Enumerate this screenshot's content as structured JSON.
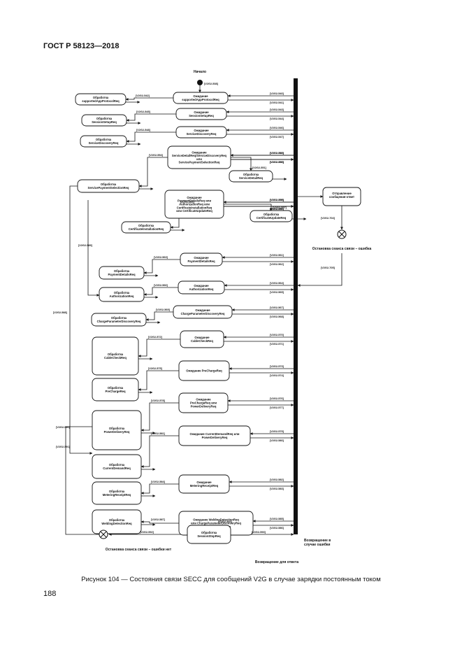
{
  "header": "ГОСТ Р 58123—2018",
  "caption": "Рисунок 104 — Состояния связи SECC для сообщений V2G в случае зарядки постоянным током",
  "page_number": "188",
  "diagram": {
    "start_label": "Начало",
    "start_req": "[V2G2-538]",
    "terminate_error": "Остановка сеанса связи – ошибка",
    "terminate_no_error": "Остановка сеанса связи – ошибки нет",
    "return_on_error": "Возвращение в случае ошибки",
    "return_on_response": "Возвращение для ответа",
    "send_response_node": "Отправление сообщения-ответ",
    "timeout_req": "[V2G2-704]",
    "timeout_req2": "[V2G2-705]",
    "states": [
      {
        "id": "w_sap",
        "text": "Ожидание supportedAppProtocolReq"
      },
      {
        "id": "h_sap",
        "text": "Обработка supportedAppProtocolReq"
      },
      {
        "id": "w_ss",
        "text": "Ожидание SessionSetupReq"
      },
      {
        "id": "h_ss",
        "text": "Обработка SessionSetupReq"
      },
      {
        "id": "w_sd",
        "text": "Ожидание ServiceDiscoveryReq"
      },
      {
        "id": "h_sd",
        "text": "Обработка ServiceDiscoveryReq"
      },
      {
        "id": "w_spsd",
        "text": "Ожидание ServiceDetailReq/ServiceDiscoveryReq или ServicePaymentSelectionReq"
      },
      {
        "id": "h_sdt",
        "text": "Обработка ServiceDetailReq"
      },
      {
        "id": "h_sps",
        "text": "Обработка ServicePaymentSelectionReq"
      },
      {
        "id": "w_pd",
        "text": "Ожидание PaymentDetailsReq или AuthorizationReq или CertificateInstallationReq или CertificateUpdateReq"
      },
      {
        "id": "h_cu",
        "text": "Обработка CertificateUpdateReq"
      },
      {
        "id": "h_ci",
        "text": "Обработка CertificateInstallationReq"
      },
      {
        "id": "w_pd2",
        "text": "Ожидание PaymentDetailsReq"
      },
      {
        "id": "h_pd",
        "text": "Обработка PaymentDetailsReq"
      },
      {
        "id": "h_auth",
        "text": "Обработка AuthorizationReq"
      },
      {
        "id": "w_auth",
        "text": "Ожидание AuthorizationReq"
      },
      {
        "id": "w_cpd",
        "text": "Ожидание ChargeParameterDiscoveryReq"
      },
      {
        "id": "h_cpd",
        "text": "Обработка ChargeParameterDiscoveryReq"
      },
      {
        "id": "w_cc",
        "text": "Ожидание CableCheckReq"
      },
      {
        "id": "h_cc",
        "text": "Обработка CableCheckReq"
      },
      {
        "id": "w_pc",
        "text": "Ожидание PreChargeReq"
      },
      {
        "id": "h_pc",
        "text": "Обработка PreChargeReq"
      },
      {
        "id": "w_pcpd",
        "text": "Ожидание PreChargeReq или PowerDeliveryReq"
      },
      {
        "id": "h_pwd",
        "text": "Обработка PowerDeliveryReq"
      },
      {
        "id": "w_cd",
        "text": "Ожидание CurrentDemandReq или PowerDeliveryReq"
      },
      {
        "id": "h_cd",
        "text": "Обработка CurrentDemandReq"
      },
      {
        "id": "w_mr",
        "text": "Ожидание MeteringReceiptReq"
      },
      {
        "id": "h_mr",
        "text": "Обработка MeteringReceiptReq"
      },
      {
        "id": "w_wd",
        "text": "Ожидание WeldingDetectionReq или ChargeParameterDiscoveryReq или SessionStopReq"
      },
      {
        "id": "h_wd",
        "text": "Обработка WeldingDetectionReq"
      },
      {
        "id": "h_stop",
        "text": "Обработка SessionStopReq"
      }
    ],
    "transitions": [
      "[V2G2-540]",
      "[V2G2-541]",
      "[V2G2-542]",
      "[V2G2-543]",
      "[V2G2-544]",
      "[V2G2-545]",
      "[V2G2-546]",
      "[V2G2-547]",
      "[V2G2-548]",
      "[V2G2-549]",
      "[V2G2-550]",
      "[V2G2-551]",
      "[V2G2-552]",
      "[V2G2-553]",
      "[V2G2-554]",
      "[V2G2-555]",
      "[V2G2-556]",
      "[V2G2-557]",
      "[V2G2-558]",
      "[V2G2-559]",
      "[V2G2-560]",
      "[V2G2-561]",
      "[V2G2-562]",
      "[V2G2-563]",
      "[V2G2-564]",
      "[V2G2-565]",
      "[V2G2-566]",
      "[V2G2-567]",
      "[V2G2-568]",
      "[V2G2-569]",
      "[V2G2-570]",
      "[V2G2-571]",
      "[V2G2-572]",
      "[V2G2-573]",
      "[V2G2-574]",
      "[V2G2-575]",
      "[V2G2-576]",
      "[V2G2-577]",
      "[V2G2-578]",
      "[V2G2-579]",
      "[V2G2-580]",
      "[V2G2-581]",
      "[V2G2-582]",
      "[V2G2-583]",
      "[V2G2-584]",
      "[V2G2-585]",
      "[V2G2-586]",
      "[V2G2-587]",
      "[V2G2-588]",
      "[V2G2-589]",
      "[V2G2-590]",
      "[V2G2-591]",
      "[V2G2-592]",
      "[V2G2-593]",
      "[V2G2-594]",
      "[V2G2-595]",
      "[V2G2-596]",
      "[V2G2-597]",
      "[V2G2-598]",
      "[V2G2-599]",
      "[V2G2-600]",
      "[V2G2-601]",
      "[V2G2-602]",
      "[V2G2-603]",
      "[V2G2-604]",
      "[V2G2-605]",
      "[V2G2-606]",
      "[V2G2-607]",
      "[V2G2-608]",
      "[V2G2-609]",
      "[V2G2-610]",
      "[V2G2-611]",
      "[V2G2-612]",
      "[V2G2-613]",
      "[V2G2-614]",
      "[V2G2-615]",
      "[V2G2-616]",
      "[V2G2-617]",
      "[V2G2-618]",
      "[V2G2-619]",
      "[V2G2-620]",
      "[V2G2-621]",
      "[V2G2-622]",
      "[V2G2-623]",
      "[V2G2-624]",
      "[V2G2-625]",
      "[V2G2-626]",
      "[V2G2-627]",
      "[V2G2-628]",
      "[V2G2-629]",
      "[V2G2-630]",
      "[V2G2-631]",
      "[V2G2-632]",
      "[V2G2-633]",
      "[V2G2-634]",
      "[V2G2-635]",
      "[V2G2-636]",
      "[V2G2-637]",
      "[V2G2-638]",
      "[V2G2-639]",
      "[V2G2-640]",
      "[V2G2-641]",
      "[V2G2-642]",
      "[V2G2-643]",
      "[V2G2-644]",
      "[V2G2-645]",
      "[V2G2-646]",
      "[V2G2-647]",
      "[V2G2-648]",
      "[V2G2-649]",
      "[V2G2-650]",
      "[V2G2-651]",
      "[V2G2-652]",
      "[V2G2-653]",
      "[V2G2-654]",
      "[V2G2-655]",
      "[V2G2-656]",
      "[V2G2-657]",
      "[V2G2-658]",
      "[V2G2-659]",
      "[V2G2-660]",
      "[V2G2-661]",
      "[V2G2-662]",
      "[V2G2-663]",
      "[V2G2-664]",
      "[V2G2-665]",
      "[V2G2-666]",
      "[V2G2-667]",
      "[V2G2-668]",
      "[V2G2-669]",
      "[V2G2-670]",
      "[V2G2-671]",
      "[V2G2-672]",
      "[V2G2-673]",
      "[V2G2-674]",
      "[V2G2-675]",
      "[V2G2-676]",
      "[V2G2-677]",
      "[V2G2-678]",
      "[V2G2-679]",
      "[V2G2-680]",
      "[V2G2-681]",
      "[V2G2-682]",
      "[V2G2-683]",
      "[V2G2-684]",
      "[V2G2-685]",
      "[V2G2-686]",
      "[V2G2-687]",
      "[V2G2-688]",
      "[V2G2-689]",
      "[V2G2-690]",
      "[V2G2-691]",
      "[V2G2-692]",
      "[V2G2-693]",
      "[V2G2-694]",
      "[V2G2-695]",
      "[V2G2-696]",
      "[V2G2-697]",
      "[V2G2-698]",
      "[V2G2-699]",
      "[V2G2-700]",
      "[V2G2-701]",
      "[V2G2-702]",
      "[V2G2-703]",
      "[V2G2-706]",
      "[V2G2-707]",
      "[V2G2-708]",
      "[V2G2-709]",
      "[V2G2-710]",
      "[V2G2-711]",
      "[V2G2-712]",
      "[V2G2-713]",
      "[V2G2-714]",
      "[V2G2-715]",
      "[V2G2-716]",
      "[V2G2-717]",
      "[V2G2-718]",
      "[V2G2-719]",
      "[V2G2-720]",
      "[V2G2-721]",
      "[V2G2-722]",
      "[V2G2-723]",
      "[V2G2-724]",
      "[V2G2-725]",
      "[V2G2-726]",
      "[V2G2-727]",
      "[V2G2-728]",
      "[V2G2-729]",
      "[V2G2-730]",
      "[V2G2-731]",
      "[V2G2-732]",
      "[V2G2-733]",
      "[V2G2-734]",
      "[V2G2-735]",
      "[V2G2-736]"
    ]
  }
}
